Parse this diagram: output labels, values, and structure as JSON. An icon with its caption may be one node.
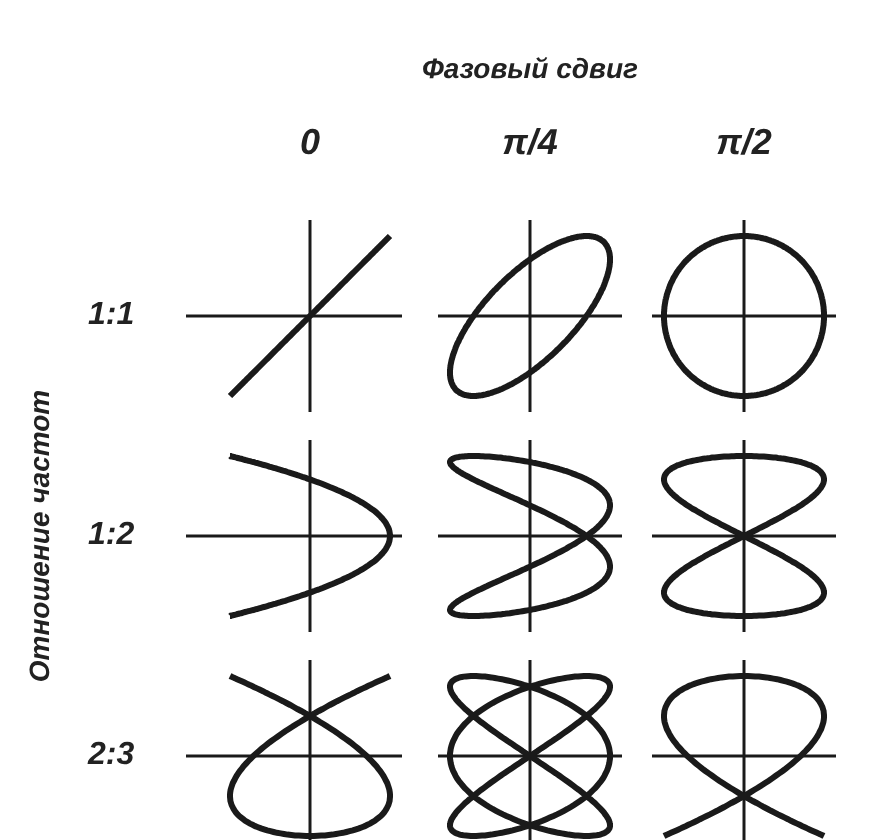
{
  "diagram": {
    "labels": [
      "Фазовый сдвиг",
      "0",
      "π/4",
      "π/2",
      "Отношение частот",
      "1:1",
      "1:2",
      "2:3"
    ]
  }
}
